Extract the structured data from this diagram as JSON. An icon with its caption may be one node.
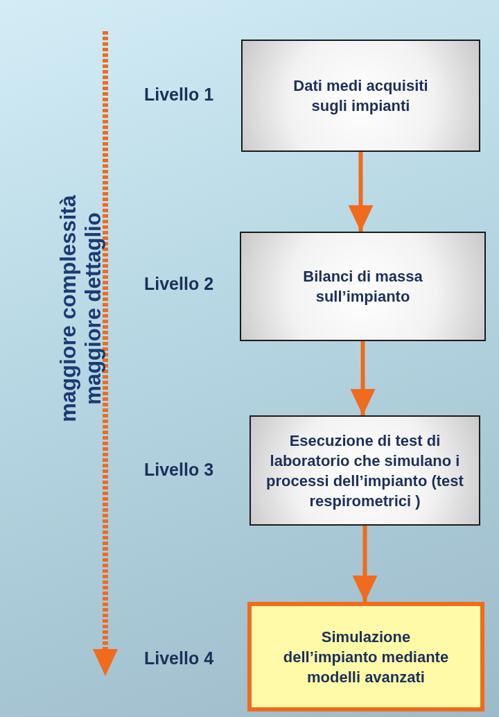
{
  "diagram": {
    "nodes": [
      {
        "text": [
          "Dati medi acquisiti sugli impianti"
        ],
        "beside": [
          "Livello 1"
        ]
      },
      {
        "text": [
          "Bilanci di massa sull’impianto"
        ],
        "beside": [
          "Livello 2"
        ]
      },
      {
        "text": [
          "Esecuzione di test di laboratorio che simulano i processi dell’impianto (test respirometrici )"
        ],
        "beside": [
          "Livello 3"
        ]
      },
      {
        "text": [
          "Simulazione dell’impianto mediante modelli avanzati"
        ],
        "beside": [
          "Livello 4"
        ]
      }
    ],
    "edges": [
      {
        "from": 0,
        "to": 1,
        "arrow": "to"
      },
      {
        "from": 1,
        "to": 2,
        "arrow": "to"
      },
      {
        "from": 2,
        "to": 3,
        "arrow": "to"
      }
    ],
    "labels": [
      "maggiore complessità",
      "maggiore dettaglio"
    ]
  }
}
